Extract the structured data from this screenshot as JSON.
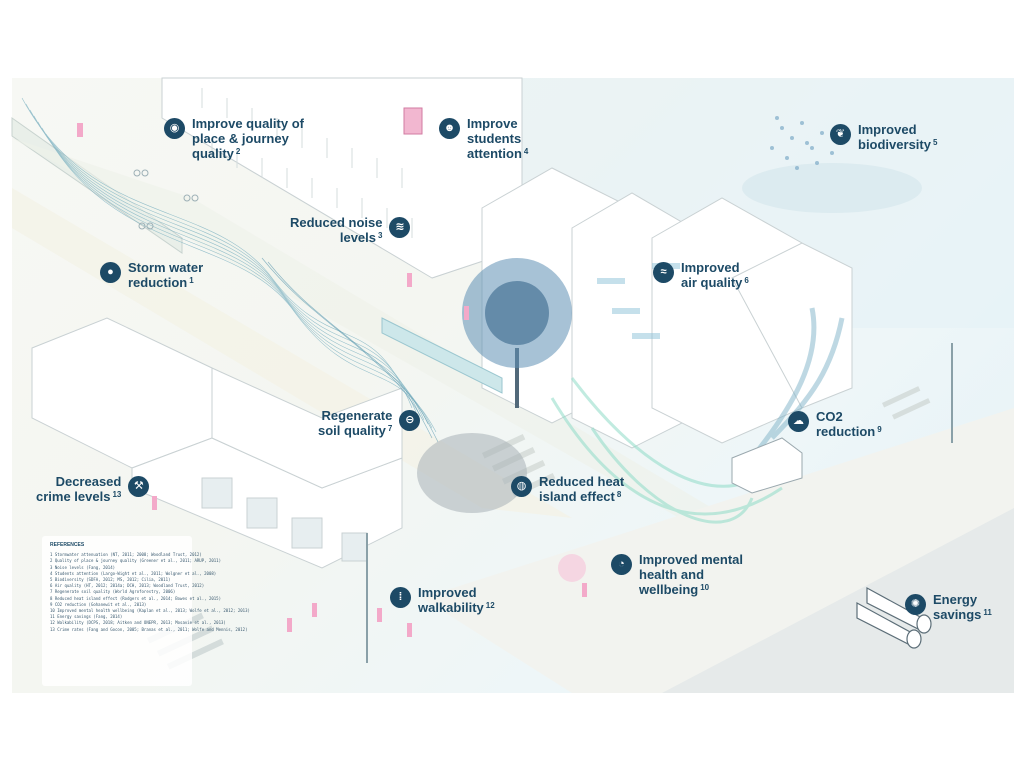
{
  "labels": [
    {
      "id": "place",
      "lines": [
        "Improve quality of",
        "place & journey",
        "quality"
      ],
      "ref": "2",
      "icon": "camera-icon",
      "glyph": "◉"
    },
    {
      "id": "students",
      "lines": [
        "Improve",
        "students",
        "attention"
      ],
      "ref": "4",
      "icon": "person-icon",
      "glyph": "☻"
    },
    {
      "id": "biodiversity",
      "lines": [
        "Improved",
        "biodiversity"
      ],
      "ref": "5",
      "icon": "leaf-icon",
      "glyph": "❦"
    },
    {
      "id": "noise",
      "lines": [
        "Reduced noise",
        "levels"
      ],
      "ref": "3",
      "icon": "sound-icon",
      "glyph": "≋"
    },
    {
      "id": "storm",
      "lines": [
        "Storm water",
        "reduction"
      ],
      "ref": "1",
      "icon": "water-drop-icon",
      "glyph": "●"
    },
    {
      "id": "air",
      "lines": [
        "Improved",
        "air quality"
      ],
      "ref": "6",
      "icon": "air-icon",
      "glyph": "≈"
    },
    {
      "id": "soil",
      "lines": [
        "Regenerate",
        "soil quality"
      ],
      "ref": "7",
      "icon": "soil-icon",
      "glyph": "⊖"
    },
    {
      "id": "co2",
      "lines": [
        "CO2",
        "reduction"
      ],
      "ref": "9",
      "icon": "cloud-icon",
      "glyph": "☁"
    },
    {
      "id": "crime",
      "lines": [
        "Decreased",
        "crime levels"
      ],
      "ref": "13",
      "icon": "gavel-icon",
      "glyph": "⚒"
    },
    {
      "id": "heat",
      "lines": [
        "Reduced heat",
        "island effect"
      ],
      "ref": "8",
      "icon": "thermometer-icon",
      "glyph": "◍"
    },
    {
      "id": "mental",
      "lines": [
        "Improved mental",
        "health and",
        "wellbeing"
      ],
      "ref": "10",
      "icon": "head-icon",
      "glyph": "◔"
    },
    {
      "id": "walk",
      "lines": [
        "Improved",
        "walkability"
      ],
      "ref": "12",
      "icon": "footprints-icon",
      "glyph": "⁞"
    },
    {
      "id": "energy",
      "lines": [
        "Energy",
        "savings"
      ],
      "ref": "11",
      "icon": "lightbulb-icon",
      "glyph": "✺"
    }
  ],
  "references": {
    "heading": "REFERENCES",
    "items": [
      "1 Stormwater attenuation (NT, 2011; 2008; Woodland Trust, 2012)",
      "2 Quality of place & journey quality (Greener et al., 2011; ARUP, 2011)",
      "3 Noise levels (Fang, 2014)",
      "4 Students attention (Largo-Wight et al., 2011; Wolgner et al., 2008)",
      "5 Biodiversity (SDFA, 2012; MS, 2012; Cilia, 2011)",
      "6 Air quality (HT, 2012; 2014a; DCH, 2013; Woodland Trust, 2012)",
      "7 Regenerate soil quality (World Agroforestry, 2006)",
      "8 Reduced heat island effect (Rodgers et al., 2014; Bowes et al., 2015)",
      "9 CO2 reduction (Gohanewit et al., 2013)",
      "10 Improved mental health wellbeing (Kaplan et al., 2013; Wolfe et al., 2012; 2013)",
      "11 Energy savings (Fang, 2014)",
      "12 Walkability (DCPS, 2018; Aitken and ONEPR, 2013; Mosavie et al., 2013)",
      "13 Crime rates (Fang and Gocon, 2005; Branas et al., 2011; Wolfe and Mennis, 2012)"
    ]
  }
}
